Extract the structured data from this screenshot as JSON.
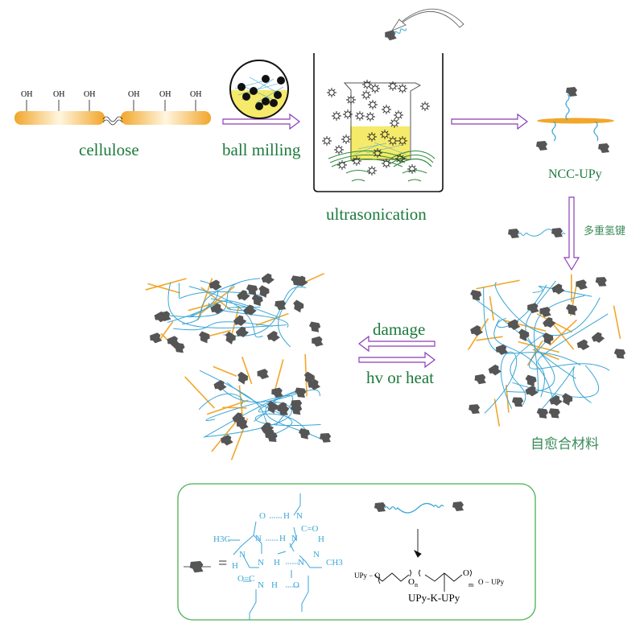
{
  "colors": {
    "label_green": "#1d7a3c",
    "arrow_purple": "#8a3fb5",
    "cellulose_orange": "#f2a62a",
    "chain_blue": "#3aa6d6",
    "upy_gray": "#555555",
    "legend_border": "#4caf50",
    "yellow_liquid": "#f5ea6a"
  },
  "steps": {
    "cellulose": {
      "label": "cellulose",
      "hydroxyl_label": "OH",
      "hydroxyl_count": 6
    },
    "ball_milling": {
      "label": "ball milling"
    },
    "ultrasonication": {
      "label": "ultrasonication"
    },
    "ncc_upy": {
      "label": "NCC-UPy"
    },
    "hydrogen_bond": {
      "label": "多重氢键"
    },
    "self_healing": {
      "label": "自愈合材料"
    }
  },
  "reversible": {
    "top_label": "damage",
    "bottom_label": "hv or heat"
  },
  "legend": {
    "equals": "=",
    "upy_structure": {
      "atoms": [
        "O",
        "H",
        "N",
        "C",
        "O",
        "H",
        "N",
        "N",
        "H",
        "N",
        "H",
        "N",
        "N",
        "H",
        "O",
        "C",
        "H",
        "N",
        "H",
        "O"
      ],
      "methyl_left": "H3C",
      "methyl_right": "CH3"
    },
    "polymer": {
      "left_end": "UPy − O",
      "right_end": "O − UPy",
      "subscript_n": "n",
      "subscript_m": "m",
      "oxygen": "O",
      "name": "UPy-K-UPy"
    }
  }
}
